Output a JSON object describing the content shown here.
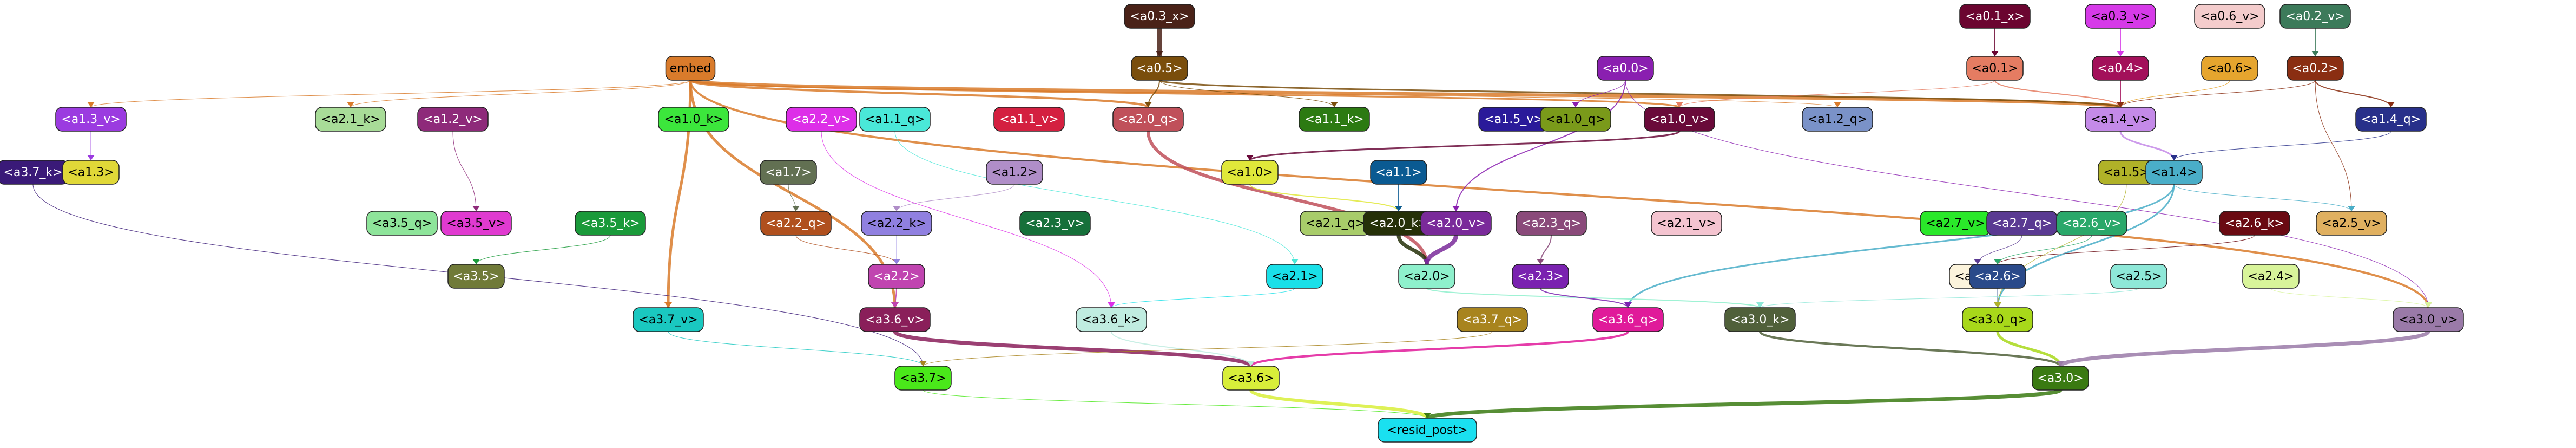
{
  "nodes": [
    {
      "id": "a0.3_x",
      "label": "<a0.3_x>",
      "fill": "#4a2218",
      "text": "#ffffff"
    },
    {
      "id": "a0.1_x",
      "label": "<a0.1_x>",
      "fill": "#6b0530",
      "text": "#ffffff"
    },
    {
      "id": "a0.3_v",
      "label": "<a0.3_v>",
      "fill": "#d63ae8",
      "text": "#000000"
    },
    {
      "id": "a0.6_v",
      "label": "<a0.6_v>",
      "fill": "#f4cccc",
      "text": "#000000"
    },
    {
      "id": "a0.2_v",
      "label": "<a0.2_v>",
      "fill": "#3c7a5a",
      "text": "#ffffff"
    },
    {
      "id": "embed",
      "label": "embed",
      "fill": "#d97b2b",
      "text": "#000000"
    },
    {
      "id": "a0.5",
      "label": "<a0.5>",
      "fill": "#7a4e0c",
      "text": "#ffffff"
    },
    {
      "id": "a0.0",
      "label": "<a0.0>",
      "fill": "#8a1fb0",
      "text": "#ffffff"
    },
    {
      "id": "a0.1",
      "label": "<a0.1>",
      "fill": "#e57c62",
      "text": "#000000"
    },
    {
      "id": "a0.4",
      "label": "<a0.4>",
      "fill": "#a3105a",
      "text": "#ffffff"
    },
    {
      "id": "a0.6",
      "label": "<a0.6>",
      "fill": "#e6a52e",
      "text": "#000000"
    },
    {
      "id": "a0.2",
      "label": "<a0.2>",
      "fill": "#8a2e12",
      "text": "#ffffff"
    },
    {
      "id": "a1.3_v",
      "label": "<a1.3_v>",
      "fill": "#9b3be0",
      "text": "#ffffff"
    },
    {
      "id": "a2.1_k",
      "label": "<a2.1_k>",
      "fill": "#a8dc98",
      "text": "#000000"
    },
    {
      "id": "a1.2_v",
      "label": "<a1.2_v>",
      "fill": "#8e2a7a",
      "text": "#ffffff"
    },
    {
      "id": "a1.0_k",
      "label": "<a1.0_k>",
      "fill": "#3ce63c",
      "text": "#000000"
    },
    {
      "id": "a2.2_v",
      "label": "<a2.2_v>",
      "fill": "#dd2ee8",
      "text": "#ffffff"
    },
    {
      "id": "a1.1_q",
      "label": "<a1.1_q>",
      "fill": "#4ae8d8",
      "text": "#000000"
    },
    {
      "id": "a1.1_v",
      "label": "<a1.1_v>",
      "fill": "#d42040",
      "text": "#ffffff"
    },
    {
      "id": "a2.0_q",
      "label": "<a2.0_q>",
      "fill": "#c0505a",
      "text": "#ffffff"
    },
    {
      "id": "a1.1_k",
      "label": "<a1.1_k>",
      "fill": "#2c7a12",
      "text": "#ffffff"
    },
    {
      "id": "a1.5_v",
      "label": "<a1.5_v>",
      "fill": "#2a1a9a",
      "text": "#ffffff"
    },
    {
      "id": "a1.0_q",
      "label": "<a1.0_q>",
      "fill": "#7a9a1a",
      "text": "#000000"
    },
    {
      "id": "a1.0_v",
      "label": "<a1.0_v>",
      "fill": "#6a0a3a",
      "text": "#ffffff"
    },
    {
      "id": "a1.2_q",
      "label": "<a1.2_q>",
      "fill": "#7a92c8",
      "text": "#000000"
    },
    {
      "id": "a1.4_v",
      "label": "<a1.4_v>",
      "fill": "#c48ae8",
      "text": "#000000"
    },
    {
      "id": "a1.4_q",
      "label": "<a1.4_q>",
      "fill": "#28308a",
      "text": "#ffffff"
    },
    {
      "id": "a3.7_k",
      "label": "<a3.7_k>",
      "fill": "#3a1a78",
      "text": "#ffffff"
    },
    {
      "id": "a1.3",
      "label": "<a1.3>",
      "fill": "#e0d838",
      "text": "#000000"
    },
    {
      "id": "a1.7",
      "label": "<a1.7>",
      "fill": "#627052",
      "text": "#ffffff"
    },
    {
      "id": "a1.2",
      "label": "<a1.2>",
      "fill": "#b08ec8",
      "text": "#000000"
    },
    {
      "id": "a1.0",
      "label": "<a1.0>",
      "fill": "#e0e83a",
      "text": "#000000"
    },
    {
      "id": "a1.1",
      "label": "<a1.1>",
      "fill": "#0a5a92",
      "text": "#ffffff"
    },
    {
      "id": "a1.5",
      "label": "<a1.5>",
      "fill": "#b0b228",
      "text": "#000000"
    },
    {
      "id": "a1.4",
      "label": "<a1.4>",
      "fill": "#4aaec8",
      "text": "#000000"
    },
    {
      "id": "a3.5_q",
      "label": "<a3.5_q>",
      "fill": "#8ee49a",
      "text": "#000000"
    },
    {
      "id": "a3.5_v",
      "label": "<a3.5_v>",
      "fill": "#e03ad0",
      "text": "#000000"
    },
    {
      "id": "a3.5_k",
      "label": "<a3.5_k>",
      "fill": "#1a9a3a",
      "text": "#ffffff"
    },
    {
      "id": "a2.2_q",
      "label": "<a2.2_q>",
      "fill": "#b0501e",
      "text": "#ffffff"
    },
    {
      "id": "a2.2_k",
      "label": "<a2.2_k>",
      "fill": "#9080e0",
      "text": "#000000"
    },
    {
      "id": "a2.3_v",
      "label": "<a2.3_v>",
      "fill": "#16703a",
      "text": "#ffffff"
    },
    {
      "id": "a2.1_q",
      "label": "<a2.1_q>",
      "fill": "#a8cc6a",
      "text": "#000000"
    },
    {
      "id": "a2.0_k",
      "label": "<a2.0_k>",
      "fill": "#253008",
      "text": "#ffffff"
    },
    {
      "id": "a2.0_v",
      "label": "<a2.0_v>",
      "fill": "#7a2a9a",
      "text": "#ffffff"
    },
    {
      "id": "a2.3_q",
      "label": "<a2.3_q>",
      "fill": "#8a4a7a",
      "text": "#ffffff"
    },
    {
      "id": "a2.1_v",
      "label": "<a2.1_v>",
      "fill": "#f4c4d0",
      "text": "#000000"
    },
    {
      "id": "a2.7_v",
      "label": "<a2.7_v>",
      "fill": "#2ae82a",
      "text": "#000000"
    },
    {
      "id": "a2.7_q",
      "label": "<a2.7_q>",
      "fill": "#5a3a92",
      "text": "#ffffff"
    },
    {
      "id": "a2.6_v",
      "label": "<a2.6_v>",
      "fill": "#2aa86a",
      "text": "#ffffff"
    },
    {
      "id": "a2.6_k",
      "label": "<a2.6_k>",
      "fill": "#6a0a12",
      "text": "#ffffff"
    },
    {
      "id": "a2.5_v",
      "label": "<a2.5_v>",
      "fill": "#e0b060",
      "text": "#000000"
    },
    {
      "id": "a3.5",
      "label": "<a3.5>",
      "fill": "#707a38",
      "text": "#ffffff"
    },
    {
      "id": "a2.2",
      "label": "<a2.2>",
      "fill": "#c044b0",
      "text": "#ffffff"
    },
    {
      "id": "a2.1",
      "label": "<a2.1>",
      "fill": "#1ae0e8",
      "text": "#000000"
    },
    {
      "id": "a2.0",
      "label": "<a2.0>",
      "fill": "#8ef0cc",
      "text": "#000000"
    },
    {
      "id": "a2.3",
      "label": "<a2.3>",
      "fill": "#7a22b0",
      "text": "#ffffff"
    },
    {
      "id": "a2.7",
      "label": "<a2.7>",
      "fill": "#fcf4dc",
      "text": "#000000"
    },
    {
      "id": "a2.6",
      "label": "<a2.6>",
      "fill": "#2a4a8a",
      "text": "#ffffff"
    },
    {
      "id": "a2.5",
      "label": "<a2.5>",
      "fill": "#8ee8d8",
      "text": "#000000"
    },
    {
      "id": "a2.4",
      "label": "<a2.4>",
      "fill": "#d8f49a",
      "text": "#000000"
    },
    {
      "id": "a3.7_v",
      "label": "<a3.7_v>",
      "fill": "#1ac8c0",
      "text": "#000000"
    },
    {
      "id": "a3.6_v",
      "label": "<a3.6_v>",
      "fill": "#8a1f5a",
      "text": "#ffffff"
    },
    {
      "id": "a3.6_k",
      "label": "<a3.6_k>",
      "fill": "#c0ece0",
      "text": "#000000"
    },
    {
      "id": "a3.7_q",
      "label": "<a3.7_q>",
      "fill": "#a8841e",
      "text": "#ffffff"
    },
    {
      "id": "a3.6_q",
      "label": "<a3.6_q>",
      "fill": "#e01a9a",
      "text": "#ffffff"
    },
    {
      "id": "a3.0_k",
      "label": "<a3.0_k>",
      "fill": "#50603a",
      "text": "#ffffff"
    },
    {
      "id": "a3.0_q",
      "label": "<a3.0_q>",
      "fill": "#a8d81a",
      "text": "#000000"
    },
    {
      "id": "a3.0_v",
      "label": "<a3.0_v>",
      "fill": "#9a7aa8",
      "text": "#000000"
    },
    {
      "id": "a3.7",
      "label": "<a3.7>",
      "fill": "#4ae81a",
      "text": "#000000"
    },
    {
      "id": "a3.6",
      "label": "<a3.6>",
      "fill": "#d8ee3a",
      "text": "#000000"
    },
    {
      "id": "a3.0",
      "label": "<a3.0>",
      "fill": "#3a7a12",
      "text": "#ffffff"
    },
    {
      "id": "resid_post",
      "label": "<resid_post>",
      "fill": "#1ae0f0",
      "text": "#000000"
    }
  ],
  "edges": [
    {
      "from": "a0.3_x",
      "to": "a0.5",
      "color": "#4a2218",
      "weight": 8
    },
    {
      "from": "a0.1_x",
      "to": "a0.1",
      "color": "#6b0530",
      "weight": 2
    },
    {
      "from": "a0.3_v",
      "to": "a0.4",
      "color": "#d63ae8",
      "weight": 2
    },
    {
      "from": "a0.2_v",
      "to": "a0.2",
      "color": "#3c7a5a",
      "weight": 2
    },
    {
      "from": "embed",
      "to": "a3.7_v",
      "color": "#d97b2b",
      "weight": 5
    },
    {
      "from": "embed",
      "to": "a3.6_v",
      "color": "#d97b2b",
      "weight": 5
    },
    {
      "from": "embed",
      "to": "a1.4_v",
      "color": "#d97b2b",
      "weight": 6
    },
    {
      "from": "embed",
      "to": "a2.0_q",
      "color": "#d97b2b",
      "weight": 4
    },
    {
      "from": "embed",
      "to": "a3.0_v",
      "color": "#d97b2b",
      "weight": 4
    },
    {
      "from": "embed",
      "to": "a1.0_v",
      "color": "#d97b2b",
      "weight": 3
    },
    {
      "from": "embed",
      "to": "a2.1_k",
      "color": "#d97b2b",
      "weight": 1
    },
    {
      "from": "embed",
      "to": "a1.3_v",
      "color": "#d97b2b",
      "weight": 1
    },
    {
      "from": "embed",
      "to": "a1.2_q",
      "color": "#d97b2b",
      "weight": 1
    },
    {
      "from": "a0.5",
      "to": "a1.4_v",
      "color": "#7a4e0c",
      "weight": 3
    },
    {
      "from": "a0.5",
      "to": "a2.0_q",
      "color": "#7a4e0c",
      "weight": 2
    },
    {
      "from": "a0.5",
      "to": "a1.1_k",
      "color": "#7a4e0c",
      "weight": 1
    },
    {
      "from": "a0.0",
      "to": "a2.0_v",
      "color": "#8a1fb0",
      "weight": 2
    },
    {
      "from": "a0.0",
      "to": "a3.0_v",
      "color": "#8a1fb0",
      "weight": 1
    },
    {
      "from": "a0.0",
      "to": "a1.0_q",
      "color": "#8a1fb0",
      "weight": 1
    },
    {
      "from": "a0.1",
      "to": "a1.4_v",
      "color": "#e57c62",
      "weight": 2
    },
    {
      "from": "a0.1",
      "to": "a1.0_v",
      "color": "#e57c62",
      "weight": 1
    },
    {
      "from": "a0.4",
      "to": "a1.4_v",
      "color": "#a3105a",
      "weight": 2
    },
    {
      "from": "a0.6",
      "to": "a1.4_v",
      "color": "#e6a52e",
      "weight": 1
    },
    {
      "from": "a0.2",
      "to": "a1.4_q",
      "color": "#8a2e12",
      "weight": 2
    },
    {
      "from": "a0.2",
      "to": "a2.5_v",
      "color": "#8a2e12",
      "weight": 1
    },
    {
      "from": "a0.2",
      "to": "a1.4_v",
      "color": "#8a2e12",
      "weight": 1
    },
    {
      "from": "a1.3_v",
      "to": "a1.3",
      "color": "#9b3be0",
      "weight": 1
    },
    {
      "from": "a1.0_v",
      "to": "a1.0",
      "color": "#6a0a3a",
      "weight": 3
    },
    {
      "from": "a1.4_v",
      "to": "a1.4",
      "color": "#c48ae8",
      "weight": 3
    },
    {
      "from": "a1.4_q",
      "to": "a1.4",
      "color": "#28308a",
      "weight": 1
    },
    {
      "from": "a2.0_q",
      "to": "a2.0",
      "color": "#c0505a",
      "weight": 6
    },
    {
      "from": "a3.7_k",
      "to": "a3.7",
      "color": "#3a1a78",
      "weight": 1
    },
    {
      "from": "a1.0",
      "to": "a2.0_k",
      "color": "#e0e83a",
      "weight": 2
    },
    {
      "from": "a1.1",
      "to": "a2.0_k",
      "color": "#0a5a92",
      "weight": 2
    },
    {
      "from": "a1.4",
      "to": "a3.6_q",
      "color": "#4aaec8",
      "weight": 3
    },
    {
      "from": "a1.4",
      "to": "a3.0_q",
      "color": "#4aaec8",
      "weight": 3
    },
    {
      "from": "a1.4",
      "to": "a2.5_v",
      "color": "#4aaec8",
      "weight": 1
    },
    {
      "from": "a1.2",
      "to": "a2.2_k",
      "color": "#b08ec8",
      "weight": 1
    },
    {
      "from": "a1.7",
      "to": "a2.2_q",
      "color": "#627052",
      "weight": 1
    },
    {
      "from": "a3.5_k",
      "to": "a3.5",
      "color": "#1a9a3a",
      "weight": 1
    },
    {
      "from": "a2.2_q",
      "to": "a2.2",
      "color": "#b0501e",
      "weight": 1
    },
    {
      "from": "a2.2_k",
      "to": "a2.2",
      "color": "#9080e0",
      "weight": 1
    },
    {
      "from": "a2.0_k",
      "to": "a2.0",
      "color": "#253008",
      "weight": 7
    },
    {
      "from": "a2.0_v",
      "to": "a2.0",
      "color": "#7a2a9a",
      "weight": 8
    },
    {
      "from": "a2.3_q",
      "to": "a2.3",
      "color": "#8a4a7a",
      "weight": 2
    },
    {
      "from": "a2.6_k",
      "to": "a2.6",
      "color": "#6a0a12",
      "weight": 1
    },
    {
      "from": "a2.7_q",
      "to": "a2.7",
      "color": "#5a3a92",
      "weight": 1
    },
    {
      "from": "a2.6_v",
      "to": "a2.6",
      "color": "#2aa86a",
      "weight": 1
    },
    {
      "from": "a2.2",
      "to": "a3.6_v",
      "color": "#c044b0",
      "weight": 2
    },
    {
      "from": "a2.1",
      "to": "a3.6_k",
      "color": "#1ae0e8",
      "weight": 1
    },
    {
      "from": "a2.0",
      "to": "a3.0_k",
      "color": "#8ef0cc",
      "weight": 2
    },
    {
      "from": "a2.3",
      "to": "a3.6_q",
      "color": "#7a22b0",
      "weight": 2
    },
    {
      "from": "a2.6",
      "to": "a3.0_q",
      "color": "#2a4a8a",
      "weight": 1
    },
    {
      "from": "a2.4",
      "to": "a3.0_v",
      "color": "#d8f49a",
      "weight": 1
    },
    {
      "from": "a2.5",
      "to": "a3.0_k",
      "color": "#8ee8d8",
      "weight": 1
    },
    {
      "from": "a3.7_v",
      "to": "a3.7",
      "color": "#1ac8c0",
      "weight": 1
    },
    {
      "from": "a3.6_v",
      "to": "a3.6",
      "color": "#8a1f5a",
      "weight": 7
    },
    {
      "from": "a3.6_q",
      "to": "a3.6",
      "color": "#e01a9a",
      "weight": 4
    },
    {
      "from": "a3.6_k",
      "to": "a3.6",
      "color": "#c0ece0",
      "weight": 2
    },
    {
      "from": "a3.0_k",
      "to": "a3.0",
      "color": "#50603a",
      "weight": 4
    },
    {
      "from": "a3.0_q",
      "to": "a3.0",
      "color": "#a8d81a",
      "weight": 5
    },
    {
      "from": "a3.0_v",
      "to": "a3.0",
      "color": "#9a7aa8",
      "weight": 7
    },
    {
      "from": "a3.7",
      "to": "resid_post",
      "color": "#4ae81a",
      "weight": 1
    },
    {
      "from": "a3.6",
      "to": "resid_post",
      "color": "#d8ee3a",
      "weight": 6
    },
    {
      "from": "a3.0",
      "to": "resid_post",
      "color": "#3a7a12",
      "weight": 7
    },
    {
      "from": "a3.7_q",
      "to": "a3.7",
      "color": "#a8841e",
      "weight": 1
    },
    {
      "from": "a1.1_q",
      "to": "a2.1",
      "color": "#4ae8d8",
      "weight": 1
    },
    {
      "from": "a2.2_v",
      "to": "a3.6_k",
      "color": "#dd2ee8",
      "weight": 1
    },
    {
      "from": "a1.2_v",
      "to": "a3.5_v",
      "color": "#8e2a7a",
      "weight": 1
    },
    {
      "from": "a1.5",
      "to": "a3.0_q",
      "color": "#b0b228",
      "weight": 1
    }
  ]
}
